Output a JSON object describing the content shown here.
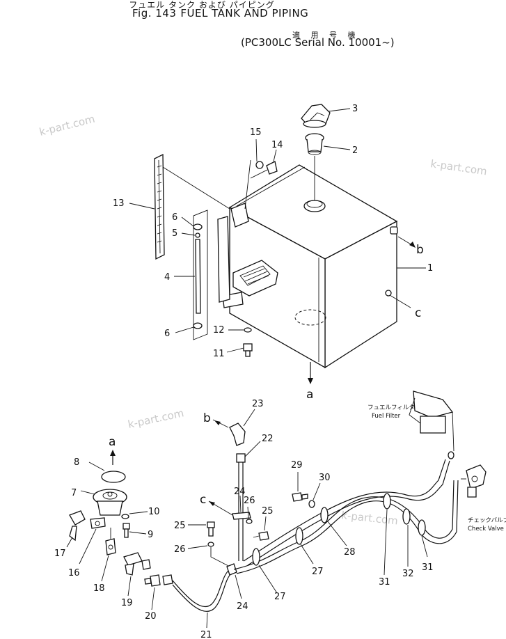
{
  "header": {
    "title_jp": "フュエル タンク および パイピング",
    "fig_label": "Fig. 143",
    "title_en": "FUEL TANK AND PIPING",
    "applicability_jp": "適 用 号 機",
    "applicability_en": "(PC300LC Serial No. 10001~)"
  },
  "watermark": "k-part.com",
  "callouts": {
    "p1": "1",
    "p2": "2",
    "p3": "3",
    "p4": "4",
    "p5": "5",
    "p6a": "6",
    "p6b": "6",
    "p7": "7",
    "p8": "8",
    "p9": "9",
    "p10": "10",
    "p11": "11",
    "p12": "12",
    "p13": "13",
    "p14": "14",
    "p15": "15",
    "p16": "16",
    "p17": "17",
    "p18": "18",
    "p19": "19",
    "p20": "20",
    "p21": "21",
    "p22": "22",
    "p23": "23",
    "p24a": "24",
    "p24b": "24",
    "p25a": "25",
    "p25b": "25",
    "p26a": "26",
    "p26b": "26",
    "p27a": "27",
    "p27b": "27",
    "p28": "28",
    "p29": "29",
    "p30": "30",
    "p31a": "31",
    "p31b": "31",
    "p32": "32"
  },
  "connection_marks": {
    "a1": "a",
    "a2": "a",
    "b1": "b",
    "b2": "b",
    "c1": "c",
    "c2": "c"
  },
  "notes": {
    "fuel_filter_jp": "フュエルフィルタ",
    "fuel_filter_en": "Fuel Filter",
    "check_valve_jp": "チェックバルブ",
    "check_valve_en": "Check Valve"
  }
}
